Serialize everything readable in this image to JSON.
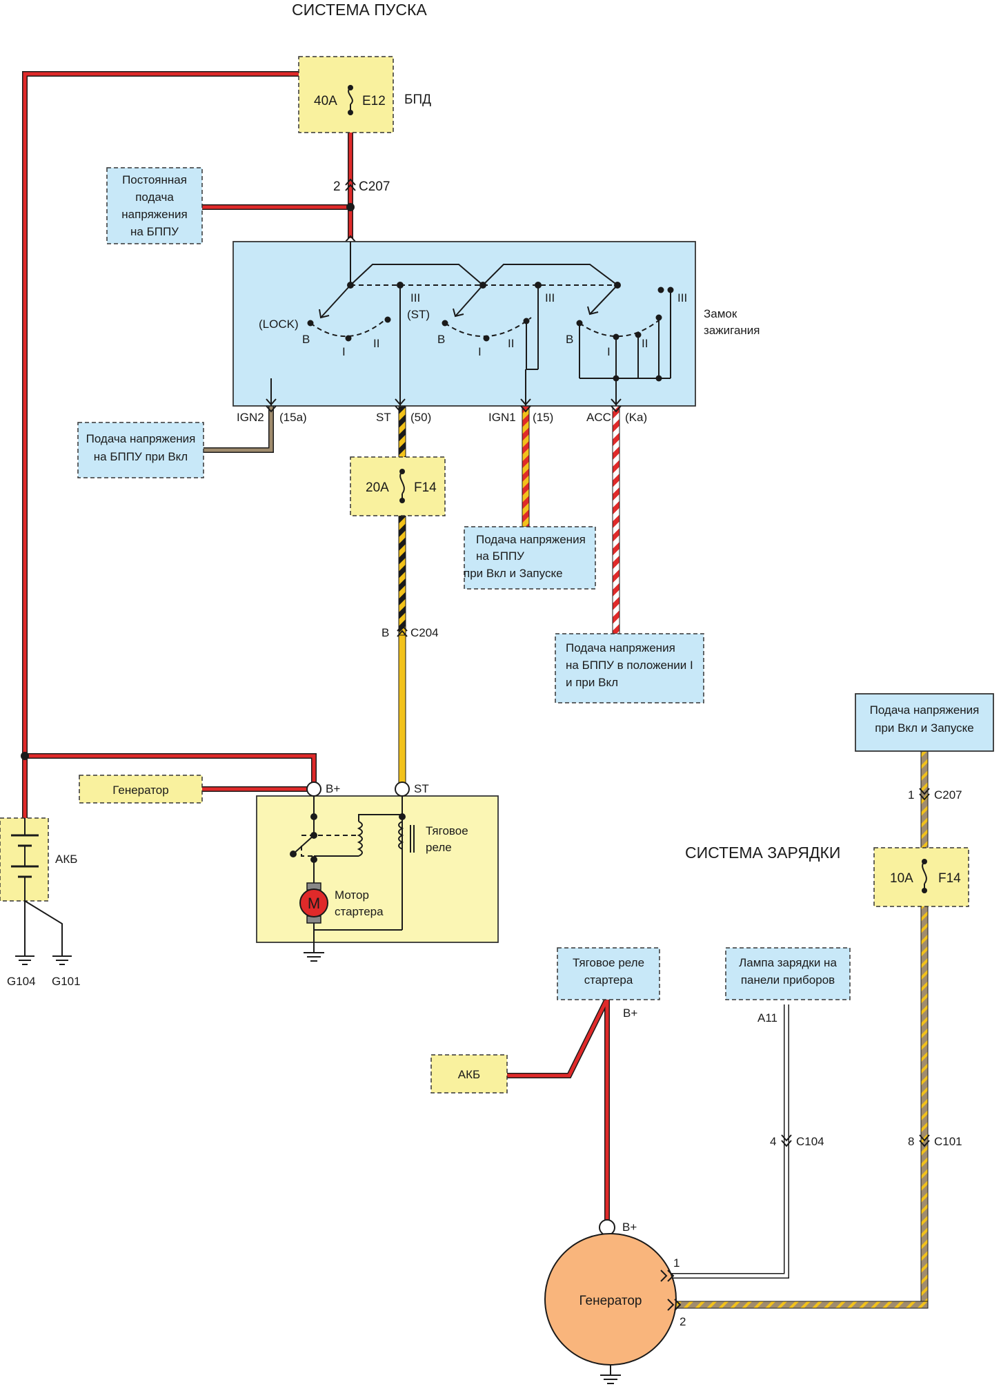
{
  "titles": {
    "starting_system": "СИСТЕМА ПУСКА",
    "charging_system": "СИСТЕМА ЗАРЯДКИ"
  },
  "fuses": {
    "e12": {
      "rating": "40A",
      "id": "E12",
      "block": "БПД"
    },
    "f14_start": {
      "rating": "20A",
      "id": "F14"
    },
    "f14_charge": {
      "rating": "10A",
      "id": "F14"
    }
  },
  "connectors": {
    "c207_top": {
      "pin": "2",
      "name": "C207"
    },
    "c204": {
      "pin": "B",
      "name": "C204"
    },
    "c207_charge": {
      "pin": "1",
      "name": "C207"
    },
    "c104": {
      "pin": "4",
      "name": "C104"
    },
    "c101": {
      "pin": "8",
      "name": "C101"
    }
  },
  "notes": {
    "constant_power_l1": "Постоянная",
    "constant_power_l2": "подача",
    "constant_power_l3": "напряжения",
    "constant_power_l4": "на БППУ",
    "ign2_feed_l1": "Подача напряжения",
    "ign2_feed_l2": "на БППУ при Вкл",
    "ign1_feed_l1": "Подача напряжения",
    "ign1_feed_l2": "на БППУ",
    "ign1_feed_l3": "при Вкл и Запуске",
    "acc_feed_l1": "Подача напряжения",
    "acc_feed_l2": "на БППУ в положении I",
    "acc_feed_l3": "и при Вкл",
    "charge_feed_l1": "Подача напряжения",
    "charge_feed_l2": "при Вкл и Запуске",
    "starter_relay_l1": "Тяговое реле",
    "starter_relay_l2": "стартера",
    "charge_lamp_l1": "Лампа зарядки на",
    "charge_lamp_l2": "панели приборов"
  },
  "ignition_switch": {
    "label_l1": "Замок",
    "label_l2": "зажигания",
    "lock": "(LOCK)",
    "pos_b": "B",
    "pos_i": "I",
    "pos_ii": "II",
    "pos_iii": "III",
    "st_paren": "(ST)",
    "outputs": {
      "ign2": "IGN2",
      "ign2_num": "(15a)",
      "st": "ST",
      "st_num": "(50)",
      "ign1": "IGN1",
      "ign1_num": "(15)",
      "acc": "ACC",
      "acc_num": "(Ka)"
    }
  },
  "starter": {
    "b_plus": "B+",
    "st": "ST",
    "relay_l1": "Тяговое",
    "relay_l2": "реле",
    "motor_letter": "M",
    "motor_l1": "Мотор",
    "motor_l2": "стартера"
  },
  "battery": {
    "label": "АКБ",
    "ground_1": "G104",
    "ground_2": "G101"
  },
  "generator_ref": "Генератор",
  "akb_ref": "АКБ",
  "alternator": {
    "label": "Генератор",
    "b_plus": "B+",
    "pin_1": "1",
    "pin_2": "2",
    "relay_b_plus": "B+",
    "lamp_pin": "A11"
  },
  "colors": {
    "red_wire": "#e02a2a",
    "yellow_wire": "#f2c21b",
    "brown_wire": "#a08c6e",
    "fuse_fill": "#f9f19e",
    "note_fill": "#c8e8f8",
    "alternator_fill": "#f9b57c"
  }
}
